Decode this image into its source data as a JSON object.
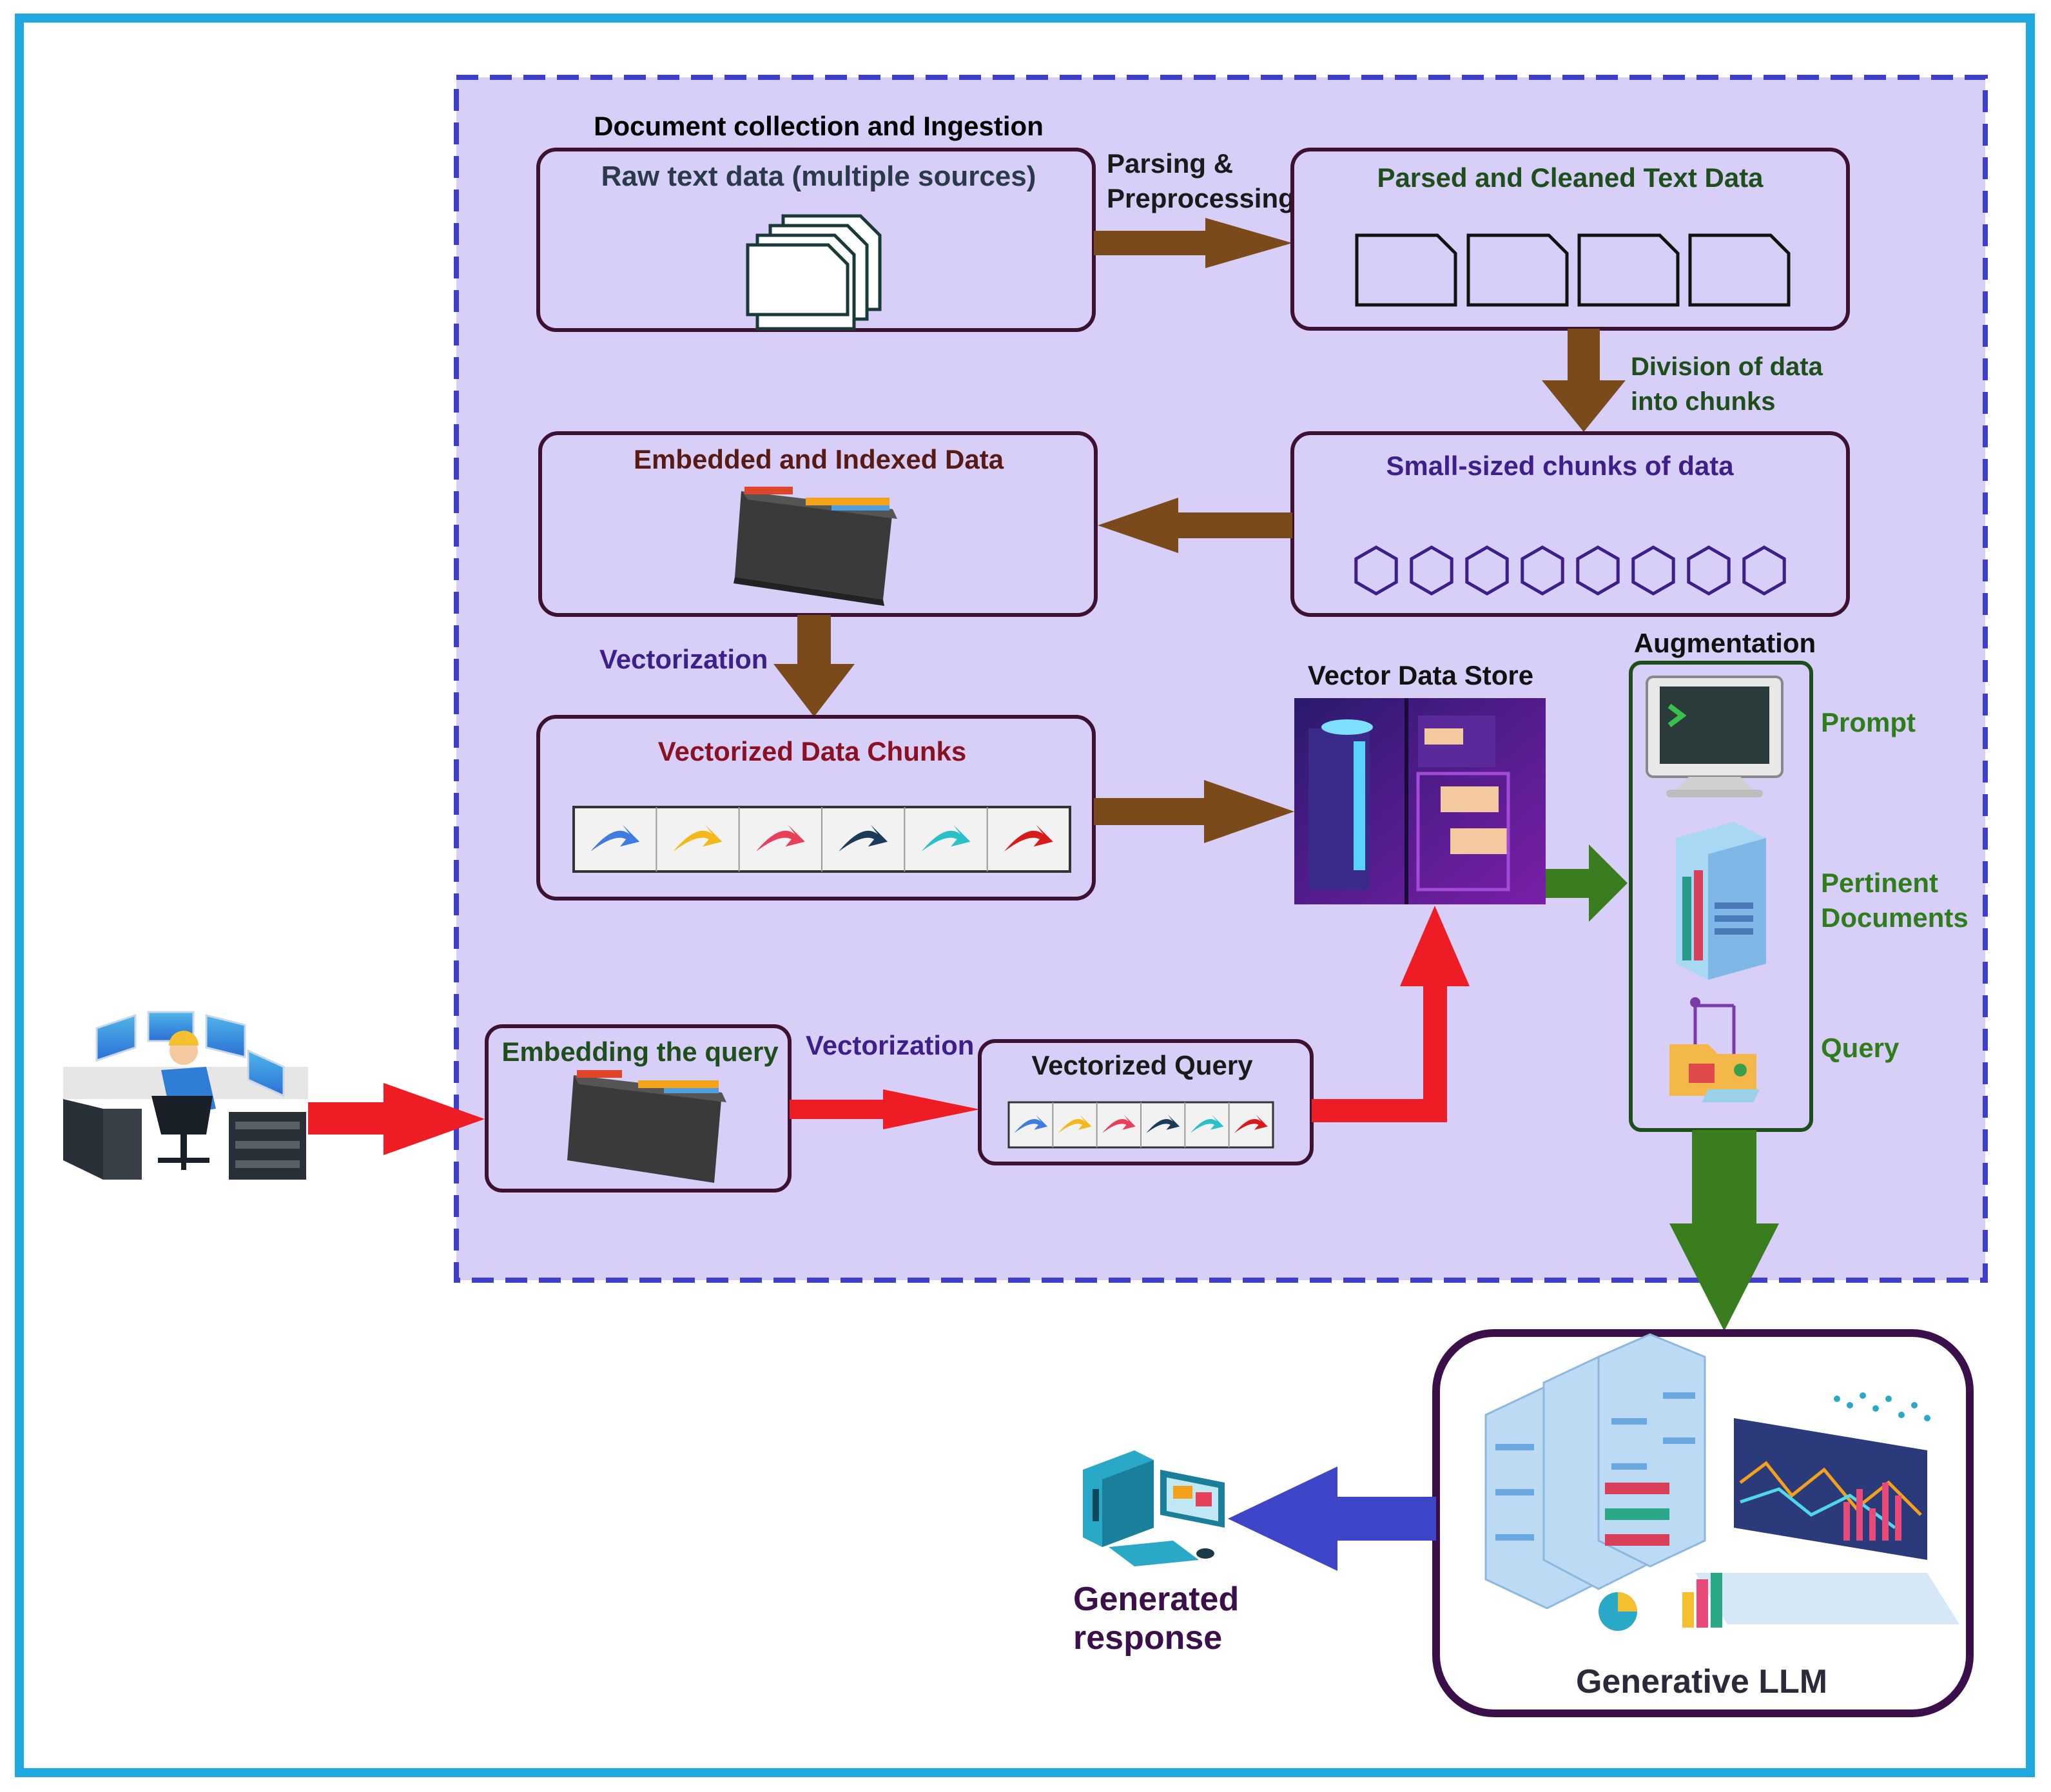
{
  "sections": {
    "ingestion_title": "Document collection and Ingestion",
    "augmentation_title": "Augmentation",
    "vector_store_title": "Vector Data Store"
  },
  "boxes": {
    "raw_text": "Raw text data (multiple sources)",
    "parsed": "Parsed and Cleaned Text Data",
    "small_chunks": "Small-sized chunks of data",
    "embedded": "Embedded and Indexed Data",
    "vectorized_chunks": "Vectorized Data Chunks",
    "embedding_query": "Embedding the query",
    "vectorized_query": "Vectorized Query",
    "llm": "Generative LLM"
  },
  "arrow_labels": {
    "parsing_line1": "Parsing &",
    "parsing_line2": "Preprocessing",
    "division_line1": "Division of data",
    "division_line2": "into chunks",
    "vectorization_1": "Vectorization",
    "vectorization_2": "Vectorization"
  },
  "augmentation_items": {
    "prompt": "Prompt",
    "pertinent_line1": "Pertinent",
    "pertinent_line2": "Documents",
    "query": "Query"
  },
  "output": {
    "line1": "Generated",
    "line2": "response"
  },
  "colors": {
    "frame_border": "#1ea7e1",
    "pipeline_fill": "#d7cff7",
    "pipeline_border": "#3f3fc7",
    "box_border": "#3d1230",
    "brown_arrow": "#7a4a1a",
    "red_arrow": "#ee1c24",
    "green_arrow": "#3a7d1e",
    "blue_arrow": "#3f45c8",
    "green_text": "#2f7d1a",
    "purple_text": "#3d1e8a",
    "maroon_text": "#8b1022"
  }
}
